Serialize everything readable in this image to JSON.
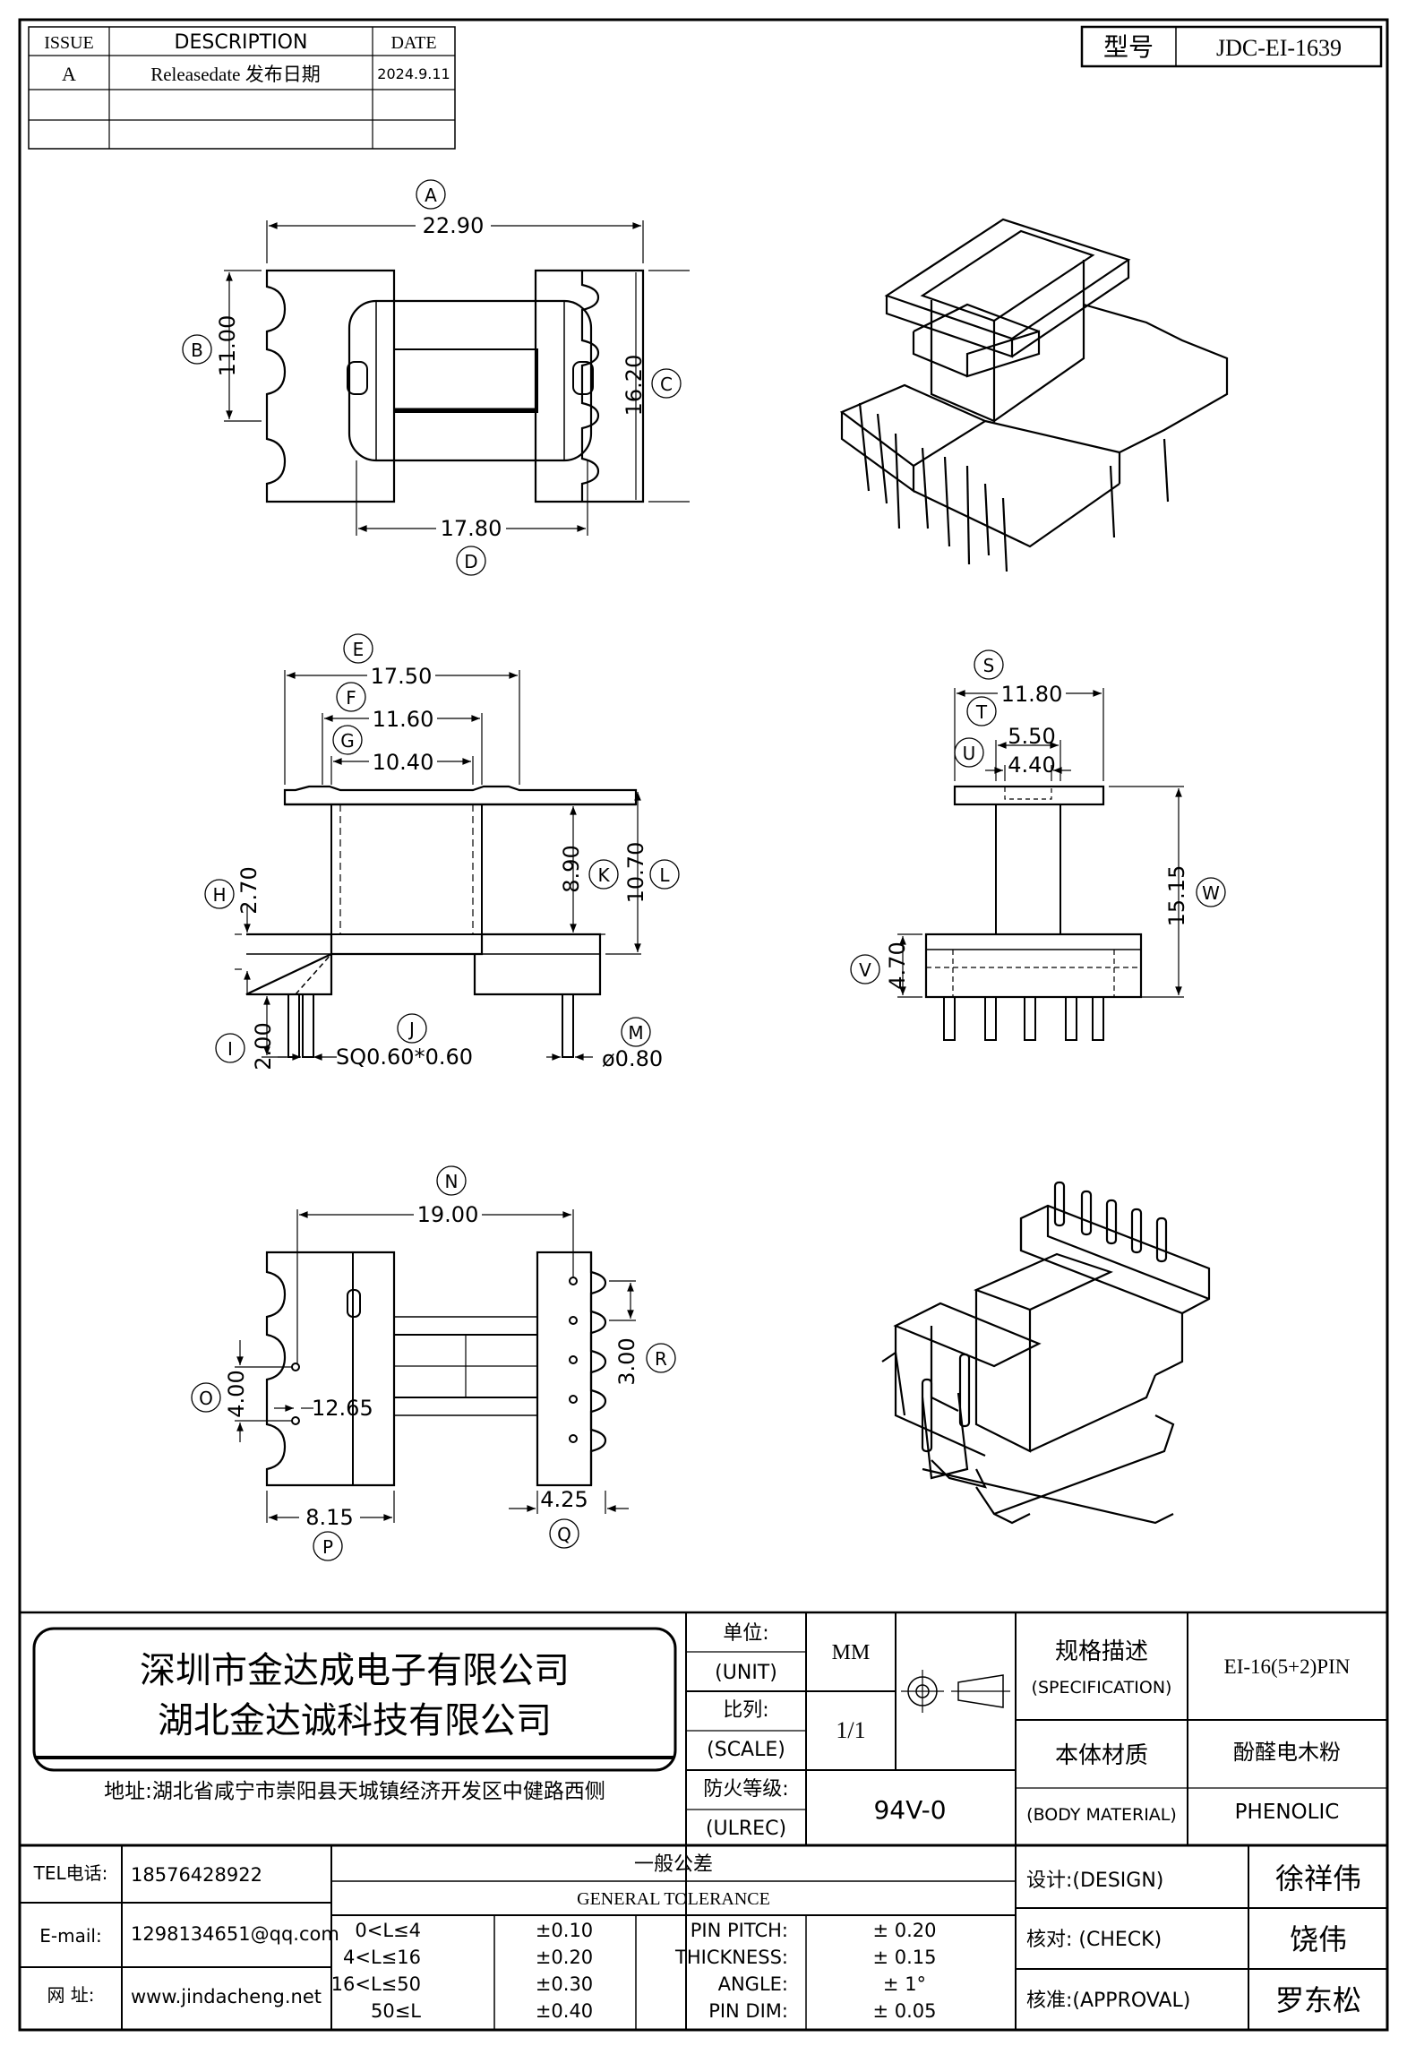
{
  "revision_table": {
    "headers": [
      "ISSUE",
      "DESCRIPTION",
      "DATE"
    ],
    "rows": [
      {
        "issue": "A",
        "description": "Releasedate 发布日期",
        "date": "2024.9.11"
      }
    ]
  },
  "model": {
    "label": "型号",
    "value": "JDC-EI-1639"
  },
  "dimensions": {
    "A": "22.90",
    "B": "11.00",
    "C": "16.20",
    "D": "17.80",
    "E": "17.50",
    "F": "11.60",
    "G": "10.40",
    "H": "2.70",
    "I": "2.00",
    "J": "SQ0.60*0.60",
    "K": "8.90",
    "L": "10.70",
    "M": "ø0.80",
    "S": "11.80",
    "T": "5.50",
    "U": "4.40",
    "V": "4.70",
    "W": "15.15",
    "N": "19.00",
    "O": "4.00",
    "O2": "12.65",
    "R": "3.00",
    "P": "8.15",
    "Q": "4.25"
  },
  "company": {
    "name1": "深圳市金达成电子有限公司",
    "name2": "湖北金达诚科技有限公司",
    "address": "地址:湖北省咸宁市崇阳县天城镇经济开发区中健路西侧"
  },
  "spec": {
    "unit_label": "单位:",
    "unit_label_en": "(UNIT)",
    "unit_value": "MM",
    "scale_label": "比列:",
    "scale_label_en": "(SCALE)",
    "scale_value": "1/1",
    "fire_label": "防火等级:",
    "fire_label_en": "(ULREC)",
    "fire_value": "94V-0",
    "spec_label": "规格描述",
    "spec_label_en": "(SPECIFICATION)",
    "spec_value": "EI-16(5+2)PIN",
    "material_label": "本体材质",
    "material_label_en": "(BODY MATERIAL)",
    "material_value": "酚醛电木粉",
    "material_value_en": "PHENOLIC"
  },
  "contact": {
    "tel_label": "TEL电话:",
    "tel": "18576428922",
    "email_label": "E-mail:",
    "email": "1298134651@qq.com",
    "web_label": "网    址:",
    "web": "www.jindacheng.net"
  },
  "tolerance": {
    "title_cn": "一般公差",
    "title_en": "GENERAL TOLERANCE",
    "ranges": [
      {
        "range": "0<L≤4",
        "tol": "±0.10"
      },
      {
        "range": "4<L≤16",
        "tol": "±0.20"
      },
      {
        "range": "16<L≤50",
        "tol": "±0.30"
      },
      {
        "range": "50≤L",
        "tol": "±0.40"
      }
    ],
    "items": [
      {
        "name": "PIN PITCH:",
        "tol": "±  0.20"
      },
      {
        "name": "THICKNESS:",
        "tol": "±  0.15"
      },
      {
        "name": "ANGLE:",
        "tol": "±  1°"
      },
      {
        "name": "PIN DIM:",
        "tol": "±  0.05"
      }
    ]
  },
  "approval": {
    "design_label": "设计:(DESIGN)",
    "design": "徐祥伟",
    "check_label": "核对:  (CHECK)",
    "check": "饶伟",
    "approval_label": "核准:(APPROVAL)",
    "approval": "罗东松"
  }
}
